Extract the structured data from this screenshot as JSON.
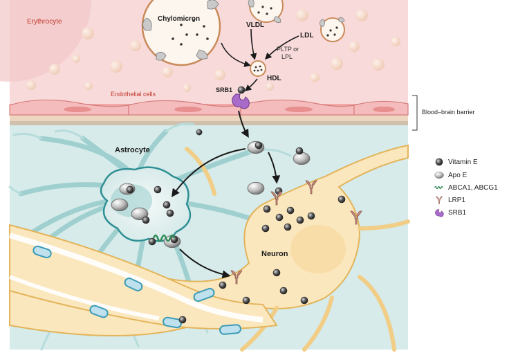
{
  "labels": {
    "erythrocyte": "Erythrocyte",
    "chylomicron": "Chylomicron",
    "vldl": "VLDL",
    "ldl": "LDL",
    "pltp_lpl_line1": "PLTP or",
    "pltp_lpl_line2": "LPL",
    "hdl": "HDL",
    "srb1": "SRB1",
    "endothelial": "Endothelial cells",
    "bbb": "Blood–brain barrier",
    "astrocyte": "Astrocyte",
    "neuron": "Neuron"
  },
  "legend": [
    {
      "icon": "vitamin-e-icon",
      "label": "Vitamin E"
    },
    {
      "icon": "apo-e-icon",
      "label": "Apo E"
    },
    {
      "icon": "abca1-abcg1-icon",
      "label": "ABCA1, ABCG1"
    },
    {
      "icon": "lrp1-icon",
      "label": "LRP1"
    },
    {
      "icon": "srb1-icon",
      "label": "SRB1"
    }
  ],
  "colors": {
    "blood": "#f7dcdc",
    "endothelium": "#f4b9b9",
    "brain": "#d7ecec",
    "astrocyte": "#8fc7c7",
    "neuron": "#fbe8bf",
    "neuron_outline": "#e5b85a",
    "receptor": "#c98c7e",
    "srb1": "#9b59b6",
    "abca1": "#2e8b57",
    "label_red": "#c0392b"
  }
}
